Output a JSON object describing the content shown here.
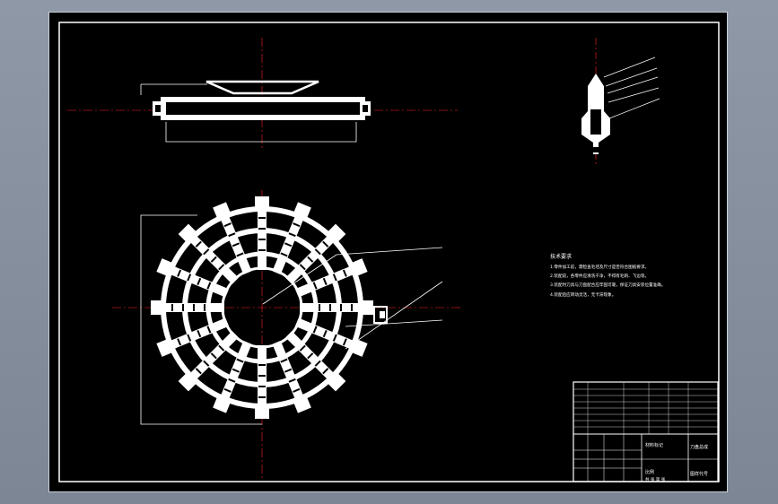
{
  "drawing": {
    "background": "#000000",
    "line_color": "#ffffff",
    "centerline_color": "#ff2020",
    "tech_requirements": {
      "title": "技术要求",
      "lines": [
        "1.零件加工前，需检查毛坯及尺寸是否符合图纸要求。",
        "2.装配前，各零件应清洗干净，不得有毛刺、飞边等。",
        "3.装配时刀具与刀盘配合应牢固可靠，保证刀具安装位置准确。",
        "4.装配后应转动灵活，无卡滞现象。"
      ]
    },
    "title_block": {
      "material_label": "材料标记",
      "drawing_name": "刀盘总成",
      "drawing_no_label": "图样代号",
      "scale_label": "比例",
      "sheet_label": "共 张 第 张"
    }
  }
}
